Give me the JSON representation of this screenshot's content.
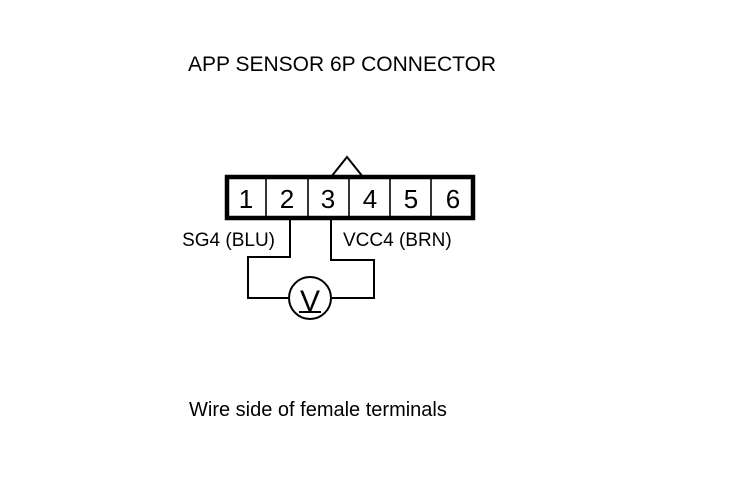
{
  "diagram": {
    "title": "APP SENSOR 6P CONNECTOR",
    "pins": [
      "1",
      "2",
      "3",
      "4",
      "5",
      "6"
    ],
    "probe_left_label": "SG4 (BLU)",
    "probe_right_label": "VCC4 (BRN)",
    "meter_symbol": "V",
    "caption": "Wire side of female terminals"
  }
}
